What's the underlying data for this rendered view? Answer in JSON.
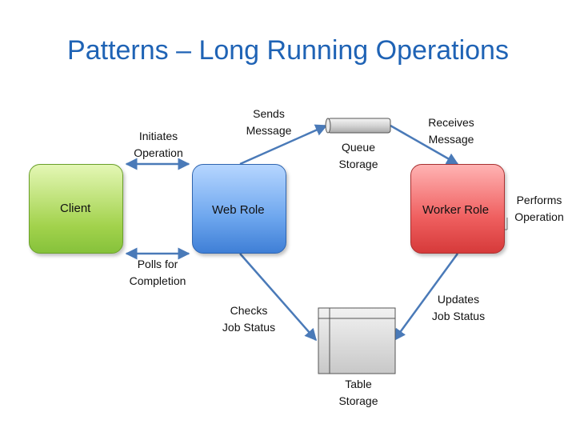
{
  "title": "Patterns – Long Running Operations",
  "nodes": {
    "client": "Client",
    "web_role": "Web Role",
    "worker_role": "Worker Role"
  },
  "storage": {
    "queue": [
      "Queue",
      "Storage"
    ],
    "table": [
      "Table",
      "Storage"
    ]
  },
  "labels": {
    "initiates": [
      "Initiates",
      "Operation"
    ],
    "sends": [
      "Sends",
      "Message"
    ],
    "receives": [
      "Receives",
      "Message"
    ],
    "performs": [
      "Performs",
      "Operation"
    ],
    "polls": [
      "Polls for",
      "Completion"
    ],
    "checks": [
      "Checks",
      "Job Status"
    ],
    "updates": [
      "Updates",
      "Job Status"
    ]
  },
  "colors": {
    "title": "#1f63b5",
    "arrow": "#4a7ab8",
    "client": "#a2d24c",
    "web_role": "#6da6ee",
    "worker_role": "#ef5f5f"
  }
}
